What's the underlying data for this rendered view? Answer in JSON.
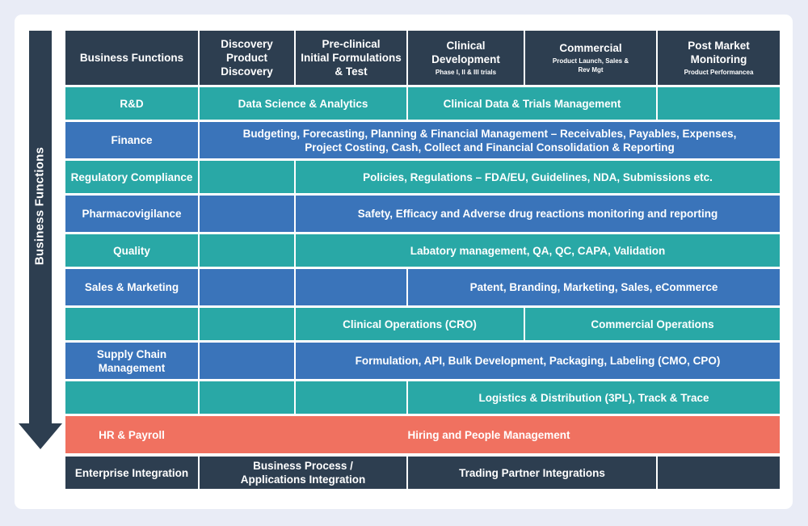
{
  "side_label": "Business Functions",
  "colors": {
    "teal": "#29a8a6",
    "blue": "#3a74ba",
    "navy": "#2d3e50",
    "coral": "#f07160",
    "background": "#e9ecf6"
  },
  "header": {
    "business_functions": "Business Functions",
    "discovery": "Discovery\nProduct\nDiscovery",
    "preclinical": "Pre-clinical\nInitial Formulations\n& Test",
    "clinical": "Clinical\nDevelopment",
    "clinical_sub": "Phase I, II & III trials",
    "commercial": "Commercial",
    "commercial_sub": "Product Launch, Sales &\nRev Mgt",
    "post_market": "Post Market\nMonitoring",
    "post_market_sub": "Product Performancea"
  },
  "rows": {
    "rd": {
      "label": "R&D",
      "a": "Data Science & Analytics",
      "b": "Clinical Data & Trials Management"
    },
    "finance": {
      "label": "Finance",
      "text": "Budgeting, Forecasting, Planning & Financial Management – Receivables, Payables, Expenses,\nProject Costing, Cash, Collect and Financial Consolidation & Reporting"
    },
    "regulatory": {
      "label": "Regulatory Compliance",
      "text": "Policies, Regulations – FDA/EU, Guidelines, NDA, Submissions etc."
    },
    "pharmacovigilance": {
      "label": "Pharmacovigilance",
      "text": "Safety, Efficacy and Adverse drug reactions monitoring and reporting"
    },
    "quality": {
      "label": "Quality",
      "text": "Labatory management, QA, QC, CAPA, Validation"
    },
    "sales": {
      "label": "Sales & Marketing",
      "text": "Patent, Branding, Marketing, Sales, eCommerce"
    },
    "operations": {
      "a": "Clinical Operations (CRO)",
      "b": "Commercial Operations"
    },
    "supply_chain": {
      "label": "Supply Chain\nManagement",
      "text": "Formulation, API, Bulk Development, Packaging, Labeling (CMO, CPO)"
    },
    "logistics": {
      "text": "Logistics & Distribution (3PL), Track & Trace"
    },
    "hr": {
      "label": "HR & Payroll",
      "text": "Hiring and People Management"
    },
    "enterprise": {
      "label": "Enterprise Integration",
      "a": "Business Process /\nApplications Integration",
      "b": "Trading Partner Integrations"
    }
  }
}
